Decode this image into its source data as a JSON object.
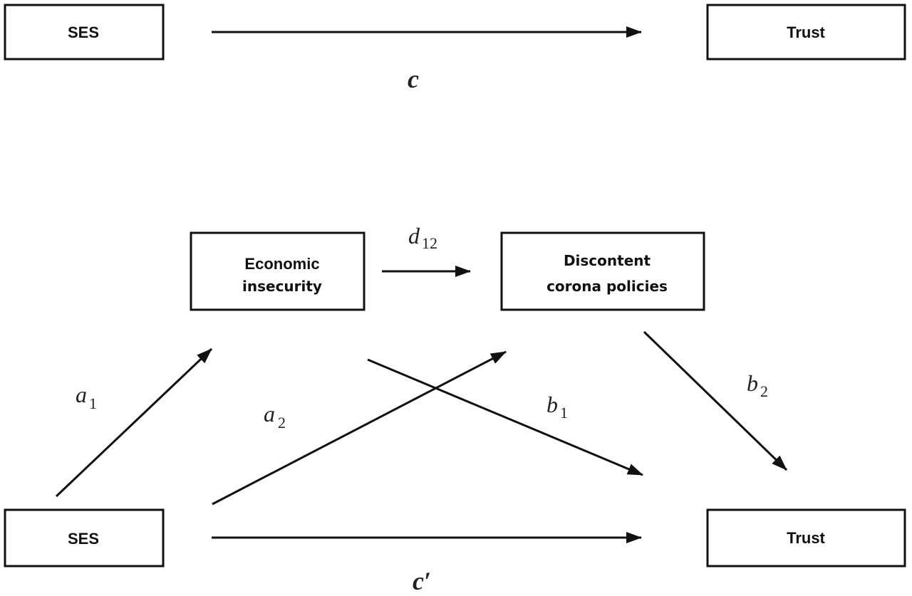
{
  "top_model": {
    "ses_label": "SES",
    "trust_label": "Trust",
    "path_c": "c"
  },
  "bottom_model": {
    "economic_line1": "Economic",
    "economic_line2": "insecurity",
    "discontent_line1": "Discontent",
    "discontent_line2": "corona policies",
    "ses_label": "SES",
    "trust_label": "Trust",
    "path_d": "d",
    "path_d_sub": "12",
    "path_a1": "a",
    "path_a1_sub": "1",
    "path_a2": "a",
    "path_a2_sub": "2",
    "path_b1": "b",
    "path_b1_sub": "1",
    "path_b2": "b",
    "path_b2_sub": "2",
    "path_c_prime": "c′"
  }
}
